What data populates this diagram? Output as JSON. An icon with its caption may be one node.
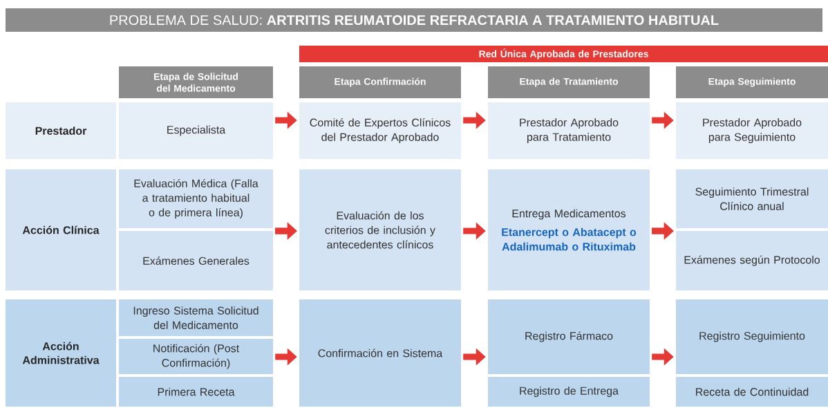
{
  "diagram": {
    "title": "PROBLEMA DE SALUD: **ARTRITIS REUMATOIDE REFRACTARIA A TRATAMIENTO HABITUAL**",
    "nodes": [
      {
        "text": [
          "Red Única Aprobada de Prestadores"
        ]
      },
      {
        "text": [
          "Etapa de Solicitud del Medicamento"
        ]
      },
      {
        "text": [
          "Etapa Confirmación"
        ]
      },
      {
        "text": [
          "Etapa de Tratamiento"
        ]
      },
      {
        "text": [
          "Etapa Seguimiento"
        ]
      },
      {
        "text": [
          "Prestador"
        ]
      },
      {
        "text": [
          "Especialista"
        ]
      },
      {
        "text": [
          "Comité de Expertos Clínicos del Prestador Aprobado"
        ]
      },
      {
        "text": [
          "Prestador Aprobado para Tratamiento"
        ]
      },
      {
        "text": [
          "Prestador Aprobado para Seguimiento"
        ]
      },
      {
        "text": [
          "Acción Clínica"
        ]
      },
      {
        "text": [
          "Evaluación Médica (Falla a tratamiento habitual o de primera línea)"
        ]
      },
      {
        "text": [
          "Exámenes Generales"
        ]
      },
      {
        "text": [
          "Evaluación de los criterios de inclusión y antecedentes clínicos"
        ]
      },
      {
        "text": [
          "Entrega Medicamentos",
          "Etanercept o Abatacept o Adalimumab o Rituximab"
        ]
      },
      {
        "text": [
          "Seguimiento Trimestral Clínico anual"
        ]
      },
      {
        "text": [
          "Exámenes según Protocolo"
        ]
      },
      {
        "text": [
          "Acción Administrativa"
        ]
      },
      {
        "text": [
          "Ingreso Sistema Solicitud del Medicamento"
        ]
      },
      {
        "text": [
          "Notificación (Post Confirmación)"
        ]
      },
      {
        "text": [
          "Primera Receta"
        ]
      },
      {
        "text": [
          "Confirmación en Sistema"
        ]
      },
      {
        "text": [
          "Registro Fármaco"
        ]
      },
      {
        "text": [
          "Registro de Entrega"
        ]
      },
      {
        "text": [
          "Registro Seguimiento"
        ]
      },
      {
        "text": [
          "Receta de Continuidad"
        ]
      }
    ],
    "edges": [
      {
        "from": 6,
        "to": 7,
        "arrow": "to"
      },
      {
        "from": 7,
        "to": 8,
        "arrow": "to"
      },
      {
        "from": 8,
        "to": 9,
        "arrow": "to"
      },
      {
        "from": 11,
        "to": 13,
        "arrow": "to"
      },
      {
        "from": 12,
        "to": 13,
        "arrow": "to"
      },
      {
        "from": 13,
        "to": 14,
        "arrow": "to"
      },
      {
        "from": 14,
        "to": 15,
        "arrow": "to"
      },
      {
        "from": 14,
        "to": 16,
        "arrow": "to"
      },
      {
        "from": 19,
        "to": 21,
        "arrow": "to"
      },
      {
        "from": 21,
        "to": 22,
        "arrow": "to"
      },
      {
        "from": 22,
        "to": 24,
        "arrow": "to"
      }
    ]
  }
}
